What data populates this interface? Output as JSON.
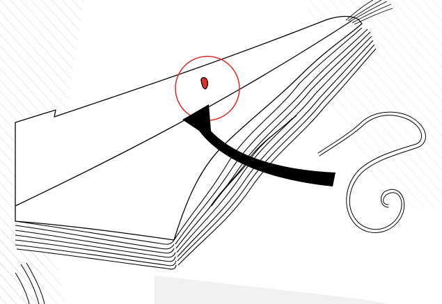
{
  "diagram": {
    "subject": "booklet-signature-binding-thread",
    "colors": {
      "background": "#ffffff",
      "line": "#000000",
      "hatch": "#c8c8c8",
      "highlight_circle": "#e0261e",
      "hole_marker": "#d8322a",
      "arrow_fill": "#000000",
      "shadow": "#f1f1f1"
    },
    "callout": {
      "shape": "circle",
      "target": "sewing-hole-at-spine-fold"
    },
    "arrow": {
      "direction": "thread-into-hole",
      "style": "thick-curved"
    },
    "thread": {
      "style": "double-outline-curl",
      "curl_shape": "S-then-G"
    }
  }
}
